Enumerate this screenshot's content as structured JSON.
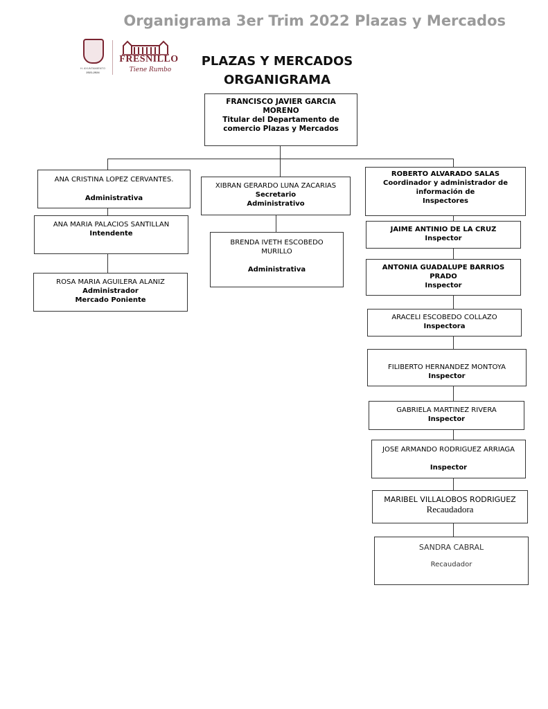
{
  "document": {
    "title": "Organigrama 3er Trim 2022 Plazas y Mercados",
    "heading_line1": "PLAZAS Y MERCADOS",
    "heading_line2": "ORGANIGRAMA"
  },
  "logo": {
    "name": "FRESNILLO",
    "tagline": "Tiene Rumbo",
    "crest_text_1": "H. AYUNTAMIENTO",
    "crest_text_2": "2021-2024",
    "brand_color": "#7a2430"
  },
  "org": {
    "head": {
      "name_line1": "FRANCISCO JAVIER GARCIA",
      "name_line2": "MORENO",
      "role_line1": "Titular del Departamento de",
      "role_line2": "comercio Plazas y Mercados"
    },
    "left": [
      {
        "name": "ANA CRISTINA LOPEZ CERVANTES.",
        "role": "Administrativa"
      },
      {
        "name": "ANA MARIA PALACIOS SANTILLAN",
        "role": "Intendente"
      },
      {
        "name": "ROSA MARIA AGUILERA ALANIZ",
        "role_line1": "Administrador",
        "role_line2": "Mercado Poniente"
      }
    ],
    "center": [
      {
        "name": "XIBRAN GERARDO LUNA ZACARIAS",
        "role_line1": "Secretario",
        "role_line2": "Administrativo"
      },
      {
        "name_line1": "BRENDA IVETH ESCOBEDO",
        "name_line2": "MURILLO",
        "role": "Administrativa"
      }
    ],
    "right": [
      {
        "name": "ROBERTO ALVARADO SALAS",
        "role_line1": "Coordinador y administrador de",
        "role_line2": "información de",
        "role_line3": "Inspectores"
      },
      {
        "name": "JAIME ANTINIO DE LA CRUZ",
        "role": "Inspector"
      },
      {
        "name_line1": "ANTONIA GUADALUPE BARRIOS",
        "name_line2": "PRADO",
        "role": "Inspector"
      },
      {
        "name": "ARACELI ESCOBEDO COLLAZO",
        "role": "Inspectora"
      },
      {
        "name": "FILIBERTO HERNANDEZ MONTOYA",
        "role": "Inspector"
      },
      {
        "name": "GABRIELA MARTINEZ RIVERA",
        "role": "Inspector"
      },
      {
        "name": "JOSE ARMANDO RODRIGUEZ ARRIAGA",
        "role": "Inspector"
      },
      {
        "name": "MARIBEL VILLALOBOS RODRIGUEZ",
        "role": "Recaudadora"
      },
      {
        "name": "SANDRA CABRAL",
        "role": "Recaudador"
      }
    ]
  }
}
